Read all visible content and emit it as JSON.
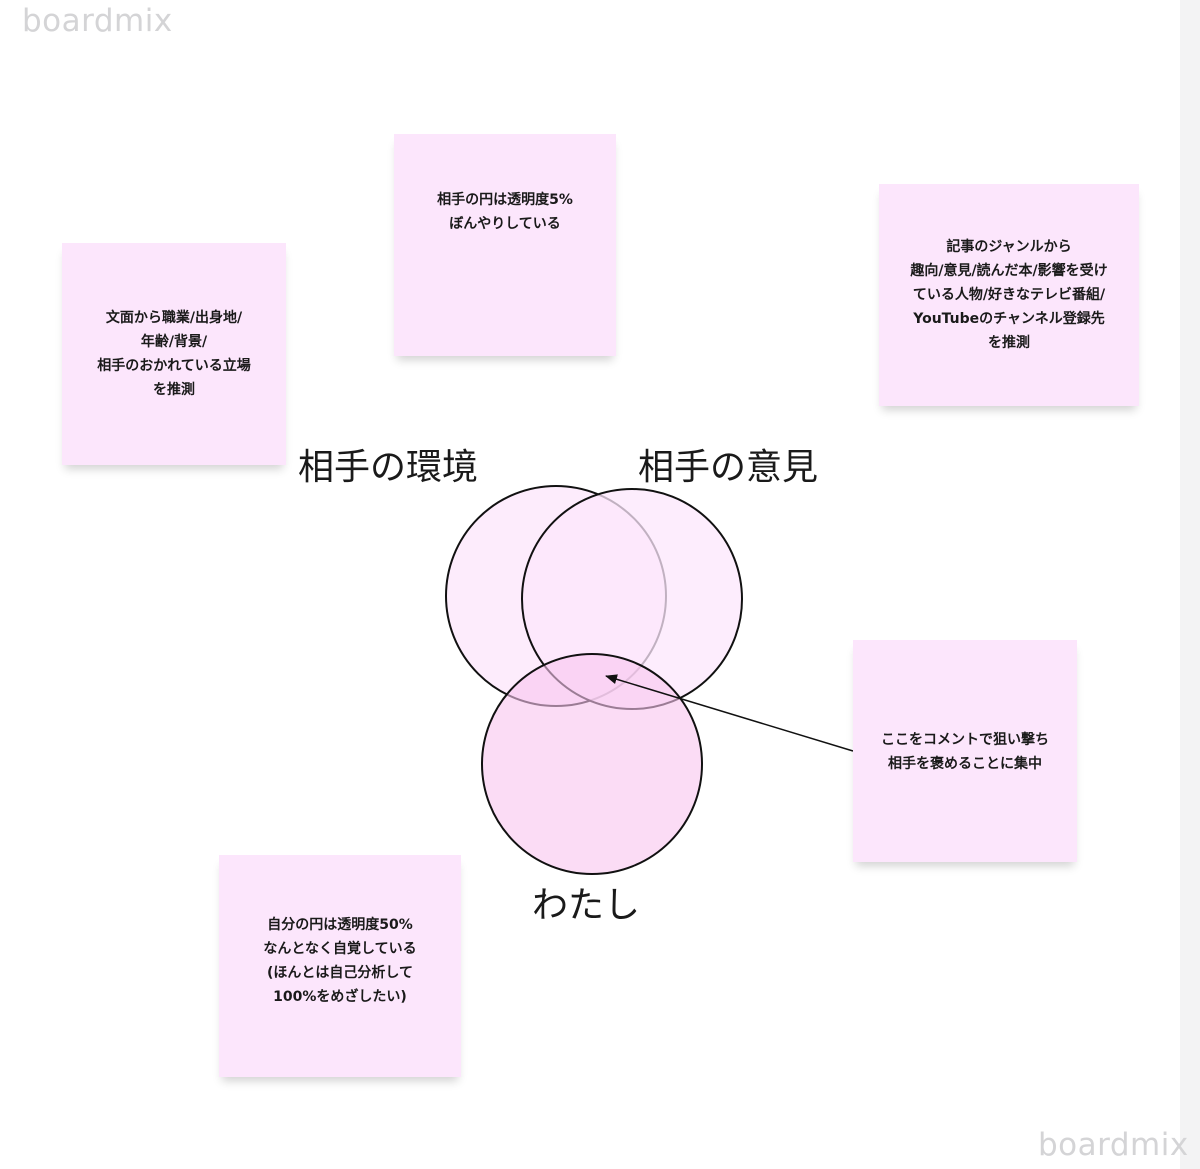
{
  "watermark": {
    "top": "boardmix",
    "bottom": "boardmix"
  },
  "colors": {
    "sticky_bg": "#fce6fc",
    "circle_env": "#fdeafc",
    "circle_opinion": "#fce7fc",
    "circle_me": "#f8c4ef",
    "stroke": "#111111"
  },
  "notes": {
    "environment": "文面から職業/出身地/\n年齢/背景/\n相手のおかれている立場\nを推測",
    "transparency5": "相手の円は透明度5%\nぼんやりしている",
    "genre": "記事のジャンルから\n趣向/意見/読んだ本/影響を受け\nている人物/好きなテレビ番組/\nYouTubeのチャンネル登録先\nを推測",
    "target": "ここをコメントで狙い撃ち\n相手を褒めることに集中",
    "transparency50": "自分の円は透明度50%\nなんとなく自覚している\n(ほんとは自己分析して\n100%をめざしたい)"
  },
  "venn": {
    "label_env": "相手の環境",
    "label_opinion": "相手の意見",
    "label_me": "わたし"
  }
}
